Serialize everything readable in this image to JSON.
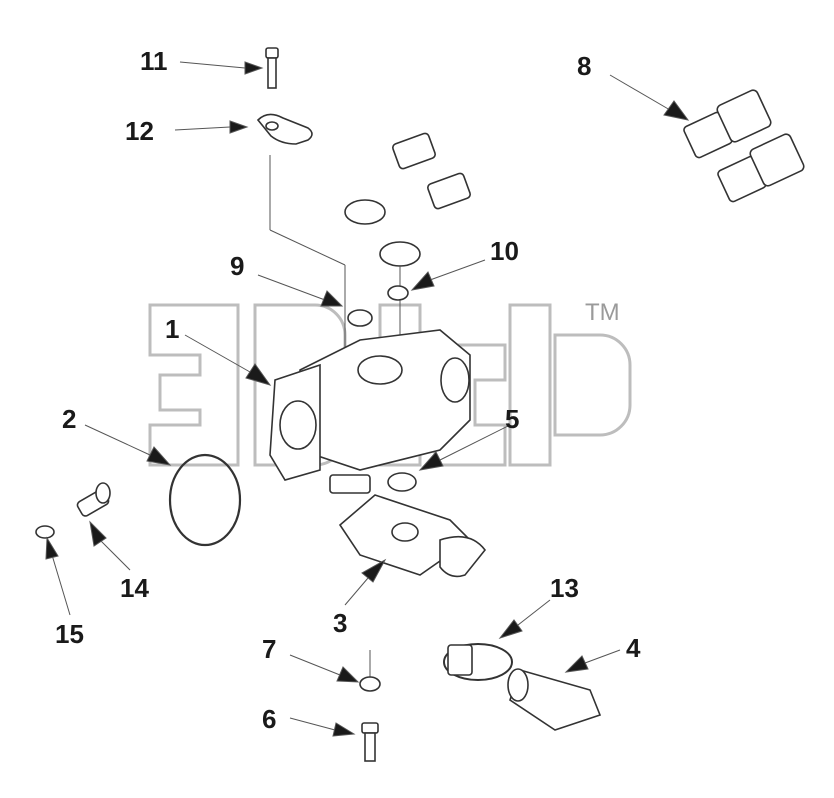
{
  "callouts": {
    "c1": "1",
    "c2": "2",
    "c3": "3",
    "c4": "4",
    "c5": "5",
    "c6": "6",
    "c7": "7",
    "c8": "8",
    "c9": "9",
    "c10": "10",
    "c11": "11",
    "c12": "12",
    "c13": "13",
    "c14": "14",
    "c15": "15"
  },
  "watermark": {
    "brand_mark": "3DiCD",
    "trademark": "TM"
  },
  "colors": {
    "line": "#333333",
    "label": "#1a1a1a",
    "watermark": "#bdbdbd"
  }
}
